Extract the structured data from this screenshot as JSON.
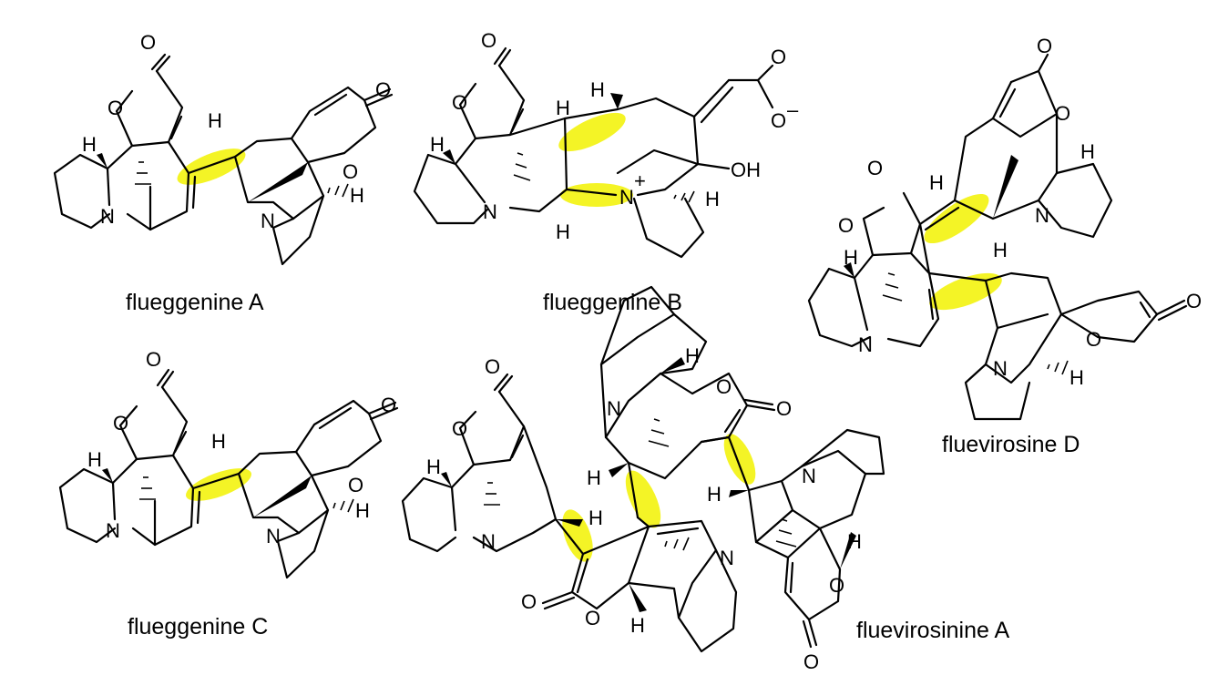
{
  "compounds": [
    {
      "name": "flueggenine A"
    },
    {
      "name": "flueggenine B"
    },
    {
      "name": "fluevirosine D"
    },
    {
      "name": "flueggenine C"
    },
    {
      "name": "fluevirosinine A"
    }
  ],
  "atom_labels": {
    "O": "O",
    "N": "N",
    "H": "H",
    "OH": "OH",
    "N_plus": "N",
    "plus": "+",
    "O_minus": "O",
    "minus": "–"
  },
  "highlight_color": "#f2f200"
}
